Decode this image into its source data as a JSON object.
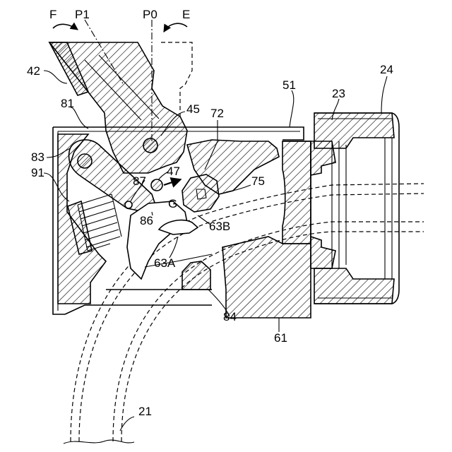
{
  "figure": {
    "labels": {
      "F": "F",
      "P1": "P1",
      "P0": "P0",
      "E": "E",
      "l42": "42",
      "l81": "81",
      "l83": "83",
      "l91": "91",
      "l45": "45",
      "l72": "72",
      "l51": "51",
      "l23": "23",
      "l24": "24",
      "l47": "47",
      "l87": "87",
      "lG": "G",
      "l75": "75",
      "l86": "86",
      "l63B": "63B",
      "l63A": "63A",
      "l84": "84",
      "l61": "61",
      "l21": "21"
    }
  }
}
